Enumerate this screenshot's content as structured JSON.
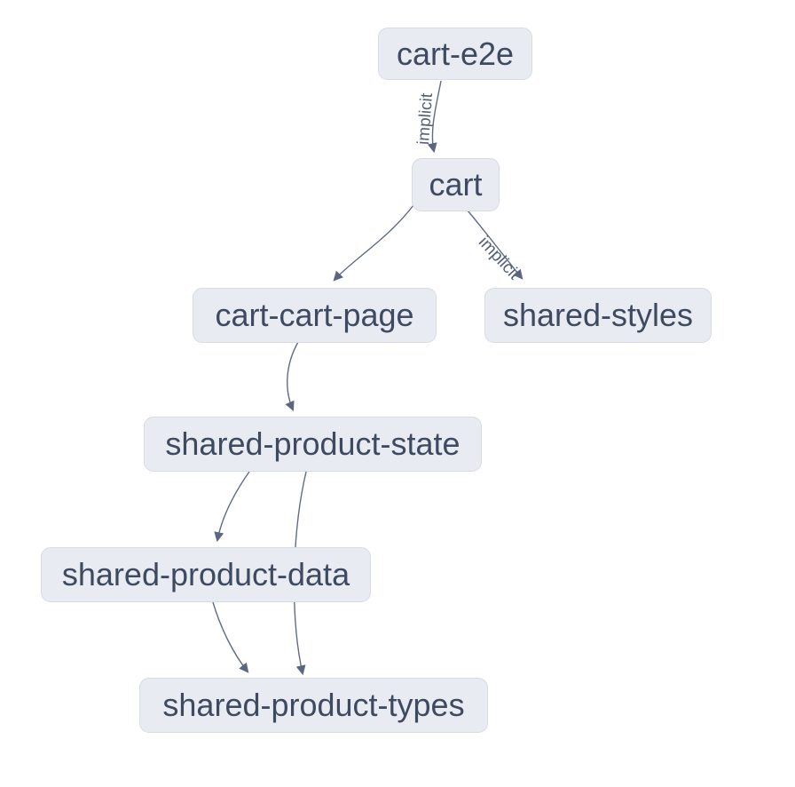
{
  "diagram": {
    "type": "dependency-graph",
    "nodes": [
      {
        "id": "cart-e2e",
        "label": "cart-e2e"
      },
      {
        "id": "cart",
        "label": "cart"
      },
      {
        "id": "cart-cart-page",
        "label": "cart-cart-page"
      },
      {
        "id": "shared-styles",
        "label": "shared-styles"
      },
      {
        "id": "shared-product-state",
        "label": "shared-product-state"
      },
      {
        "id": "shared-product-data",
        "label": "shared-product-data"
      },
      {
        "id": "shared-product-types",
        "label": "shared-product-types"
      }
    ],
    "edges": [
      {
        "from": "cart-e2e",
        "to": "cart",
        "label": "implicit"
      },
      {
        "from": "cart",
        "to": "cart-cart-page",
        "label": ""
      },
      {
        "from": "cart",
        "to": "shared-styles",
        "label": "implicit"
      },
      {
        "from": "cart-cart-page",
        "to": "shared-product-state",
        "label": ""
      },
      {
        "from": "shared-product-state",
        "to": "shared-product-data",
        "label": ""
      },
      {
        "from": "shared-product-state",
        "to": "shared-product-types",
        "label": ""
      },
      {
        "from": "shared-product-data",
        "to": "shared-product-types",
        "label": ""
      }
    ],
    "colors": {
      "bg": "#ffffff",
      "node_fill": "#e8ebf1",
      "node_border": "#d6dbe4",
      "node_text": "#3e4a5f",
      "edge": "#606c84",
      "edge_label": "#55607a"
    }
  }
}
